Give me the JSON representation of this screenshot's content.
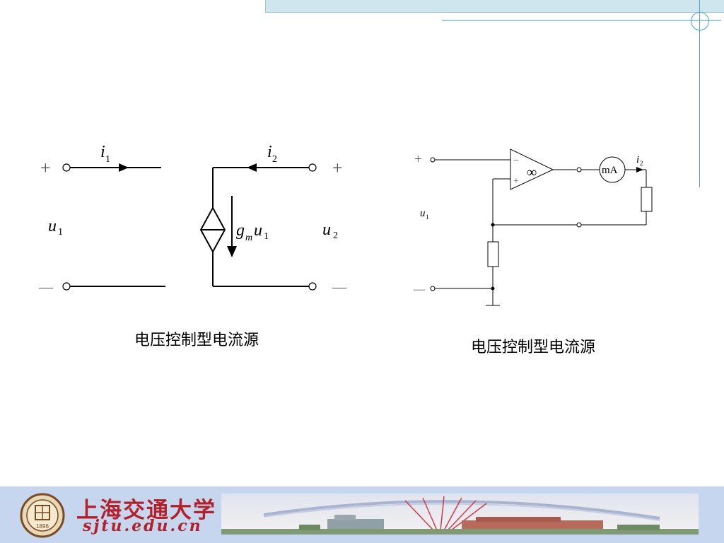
{
  "left_circuit": {
    "caption": "电压控制型电流源",
    "port1_plus": "+",
    "port1_minus": "—",
    "port2_plus": "+",
    "port2_minus": "—",
    "current_i1": "i",
    "current_i1_sub": "1",
    "current_i2": "i",
    "current_i2_sub": "2",
    "voltage_u1": "u",
    "voltage_u1_sub": "1",
    "voltage_u2": "u",
    "voltage_u2_sub": "2",
    "source_label_g": "g",
    "source_label_m": "m",
    "source_label_u": "u",
    "source_label_sub": "1"
  },
  "right_circuit": {
    "caption": "电压控制型电流源",
    "input_plus": "+",
    "input_minus": "—",
    "opamp_inv": "−",
    "opamp_noninv": "+",
    "opamp_gain": "∞",
    "ammeter": "mA",
    "current_i2": "i",
    "current_i2_sub": "2",
    "voltage_u1": "u",
    "voltage_u1_sub": "1"
  },
  "footer": {
    "university_name": "上海交通大学",
    "university_url": "sjtu.edu.cn",
    "emblem_year": "1896"
  },
  "colors": {
    "top_band": "#cfe6ee",
    "deco_line": "#4aa3e0",
    "footer_bg": "#c7d6ef",
    "brand_red": "#b3202a"
  }
}
